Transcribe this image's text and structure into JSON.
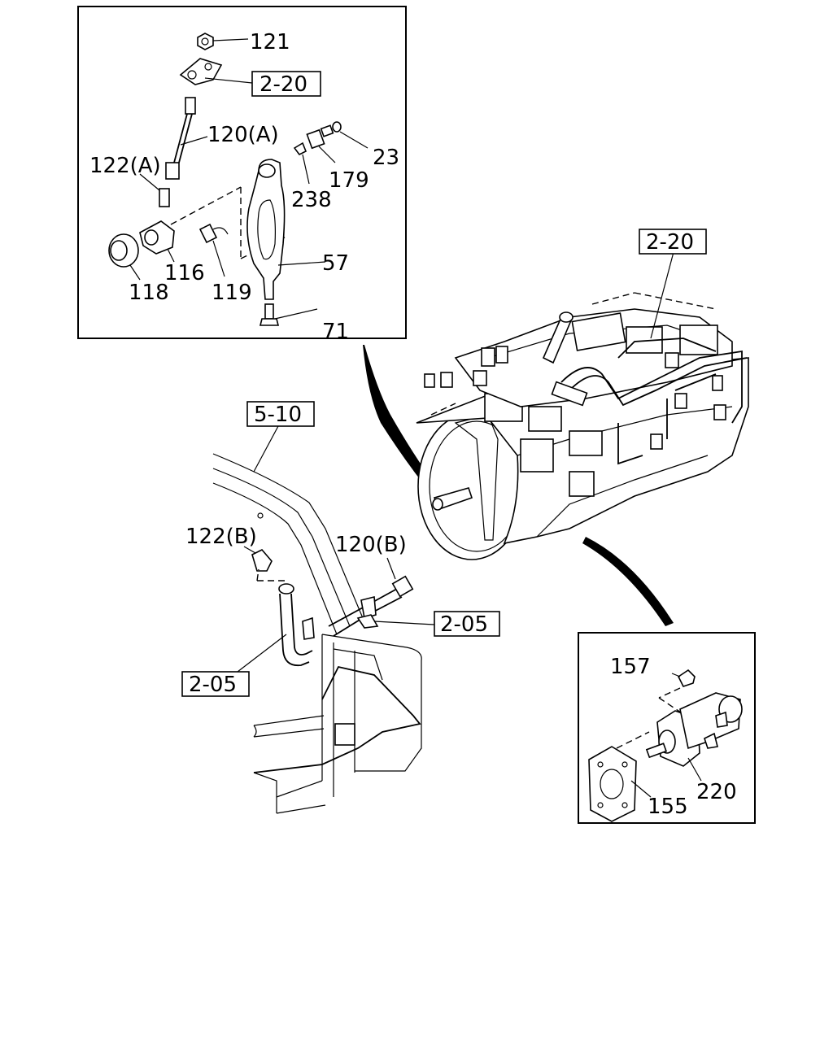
{
  "callouts": {
    "c121": "121",
    "c2_20_top": "2-20",
    "c120a": "120(A)",
    "c122a": "122(A)",
    "c23": "23",
    "c179": "179",
    "c238": "238",
    "c57": "57",
    "c116": "116",
    "c118": "118",
    "c119": "119",
    "c71": "71",
    "c2_20_main": "2-20",
    "c5_10": "5-10",
    "c122b": "122(B)",
    "c120b": "120(B)",
    "c2_05_right": "2-05",
    "c2_05_left": "2-05",
    "c157": "157",
    "c155": "155",
    "c220": "220"
  }
}
